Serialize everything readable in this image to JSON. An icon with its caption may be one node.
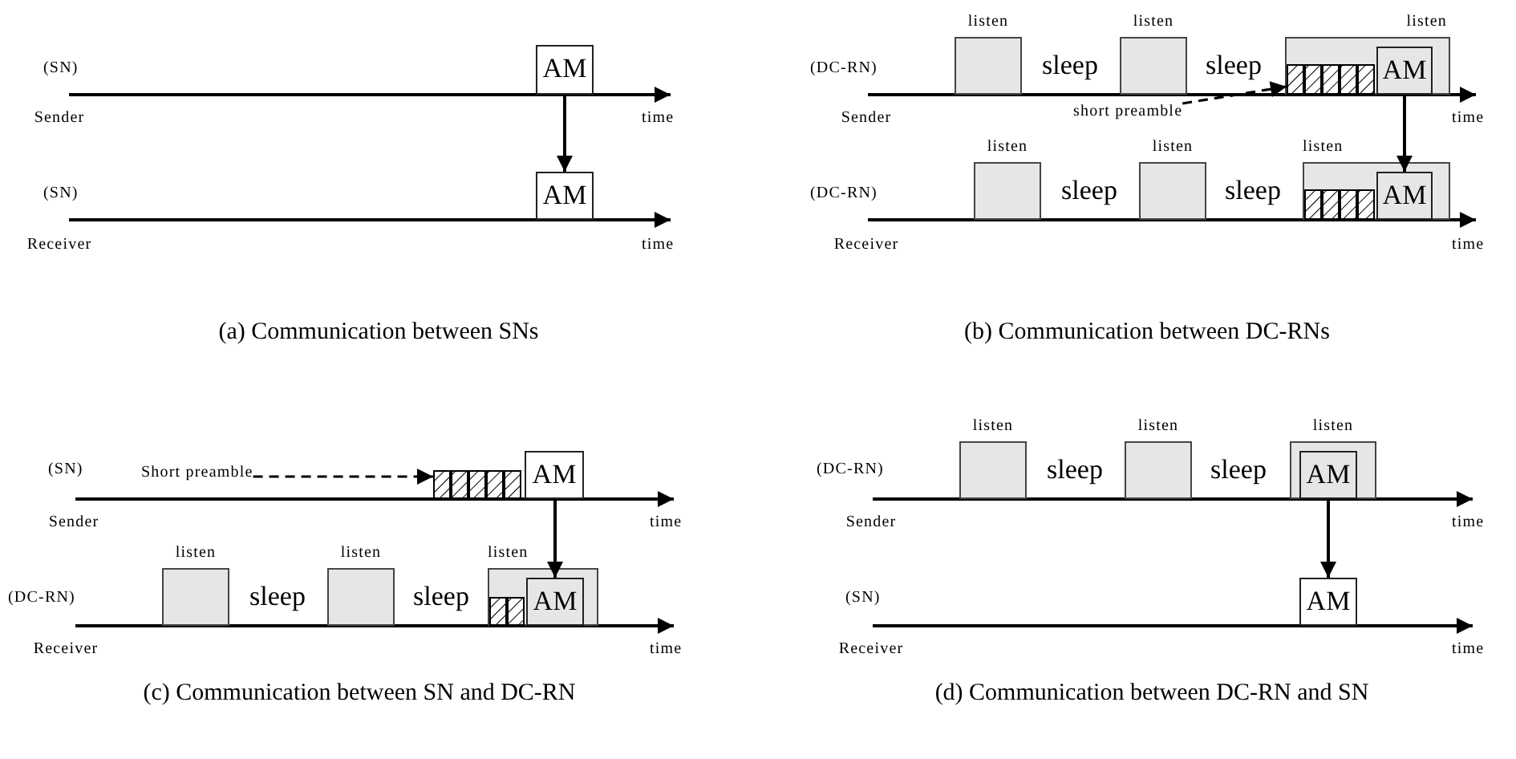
{
  "diagram": {
    "nodes": [
      {
        "text": [
          "AM"
        ]
      },
      {
        "text": [
          "AM"
        ]
      },
      {
        "text": [
          "listen"
        ]
      },
      {
        "text": [
          "listen"
        ]
      },
      {
        "text": [
          "listen"
        ]
      },
      {
        "text": [],
        "shape": "box",
        "in": 4
      },
      {
        "text": [
          "AM"
        ],
        "in": 4
      },
      {
        "text": [
          "short preamble"
        ]
      },
      {
        "text": [
          "listen"
        ]
      },
      {
        "text": [
          "listen"
        ]
      },
      {
        "text": [
          "listen"
        ]
      },
      {
        "text": [],
        "shape": "box",
        "in": 10
      },
      {
        "text": [
          "AM"
        ],
        "in": 10
      },
      {
        "text": [
          "Short preamble"
        ]
      },
      {
        "text": [],
        "shape": "box"
      },
      {
        "text": [
          "AM"
        ]
      },
      {
        "text": [
          "listen"
        ]
      },
      {
        "text": [
          "listen"
        ]
      },
      {
        "text": [
          "listen"
        ]
      },
      {
        "text": [],
        "shape": "box",
        "in": 18
      },
      {
        "text": [
          "AM"
        ],
        "in": 18
      },
      {
        "text": [
          "listen"
        ]
      },
      {
        "text": [
          "listen"
        ]
      },
      {
        "text": [
          "listen"
        ]
      },
      {
        "text": [
          "AM"
        ],
        "in": 23
      },
      {
        "text": [
          "AM"
        ]
      }
    ],
    "edges": [
      {
        "from": 0,
        "to": 1,
        "arrow": "to"
      },
      {
        "from": 7,
        "to": 5,
        "arrow": "to",
        "style": "dashed"
      },
      {
        "from": 6,
        "to": 12,
        "arrow": "to"
      },
      {
        "from": 13,
        "to": 14,
        "arrow": "to",
        "style": "dashed"
      },
      {
        "from": 15,
        "to": 20,
        "arrow": "to"
      },
      {
        "from": 24,
        "to": 25,
        "arrow": "to"
      }
    ],
    "labels": [
      "(SN)",
      "Sender",
      "time",
      "(SN)",
      "Receiver",
      "time",
      "(a) Communication between SNs",
      "(DC-RN)",
      "sleep",
      "sleep",
      "Sender",
      "time",
      "(DC-RN)",
      "sleep",
      "sleep",
      "Receiver",
      "time",
      "(b) Communication between DC-RNs",
      "(SN)",
      "Sender",
      "time",
      "(DC-RN)",
      "sleep",
      "sleep",
      "Receiver",
      "time",
      "(c) Communication between SN and DC-RN",
      "(DC-RN)",
      "sleep",
      "sleep",
      "Sender",
      "time",
      "(SN)",
      "Receiver",
      "time",
      "(d) Communication between DC-RN and SN"
    ]
  }
}
